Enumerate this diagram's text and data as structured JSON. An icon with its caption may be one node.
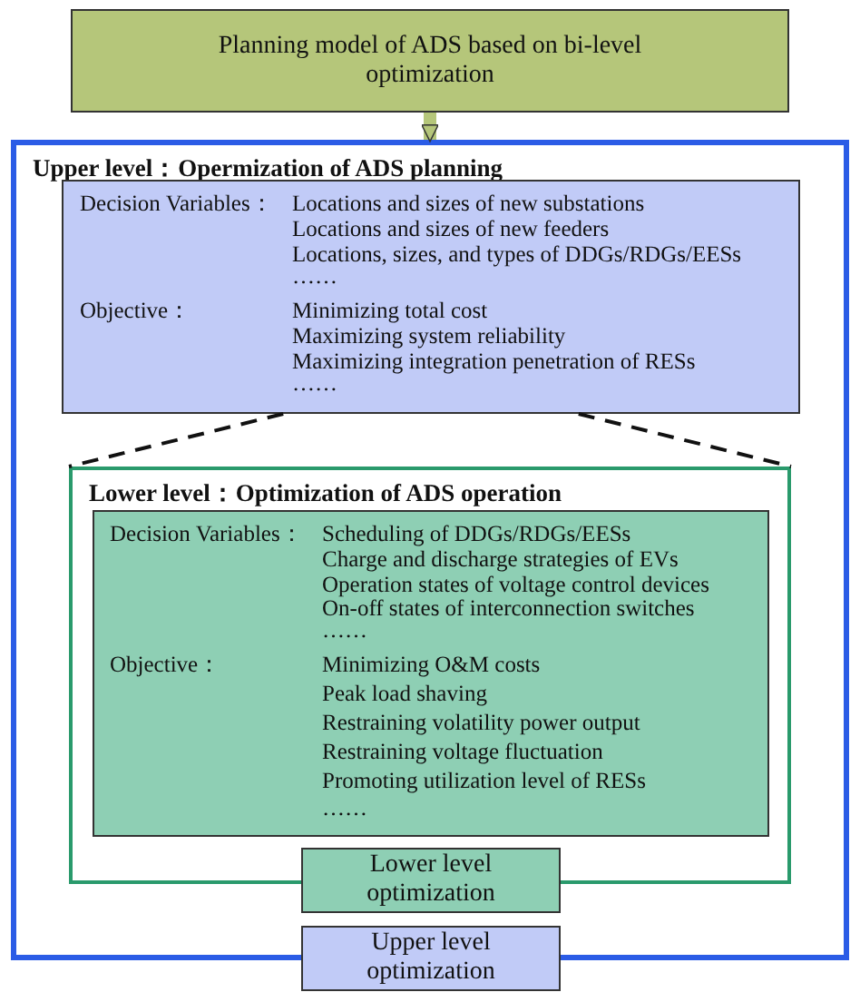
{
  "diagram": {
    "nodes": [
      {
        "text": [
          "Planning model of ADS based on bi-level optimization"
        ]
      },
      {
        "text": [
          "Upper level：Opermization of ADS planning"
        ]
      },
      {
        "text": [
          "Decision Variables：",
          "Locations and sizes of new substations",
          "Locations and sizes of new feeders",
          "Locations, sizes, and types of DDGs/RDGs/EESs",
          "……",
          "Objective：",
          "Minimizing total cost",
          "Maximizing system reliability",
          "Maximizing integration penetration of  RESs",
          "……"
        ],
        "in": 1
      },
      {
        "text": [
          "Lower level：Optimization of ADS operation"
        ],
        "in": 1
      },
      {
        "text": [
          "Decision Variables：",
          "Scheduling of  DDGs/RDGs/EESs",
          "Charge and discharge strategies of EVs",
          "Operation states of voltage control devices",
          "On-off states of interconnection switches",
          "……",
          "Objective：",
          "Minimizing O&M  costs",
          "Peak load shaving",
          "Restraining volatility power output",
          "Restraining voltage fluctuation",
          "Promoting utilization level of RESs",
          "……"
        ],
        "in": 3
      },
      {
        "text": [
          "Lower level optimization"
        ],
        "in": 1
      },
      {
        "text": [
          "Upper level optimization"
        ]
      }
    ],
    "edges": [
      {
        "from": 0,
        "to": 1,
        "arrow": "to",
        "style": "thick",
        "color": "#b5c67a"
      },
      {
        "from": 2,
        "to": 3,
        "arrow": "none",
        "style": "dashed"
      },
      {
        "from": 2,
        "to": 3,
        "arrow": "none",
        "style": "dashed"
      }
    ]
  }
}
